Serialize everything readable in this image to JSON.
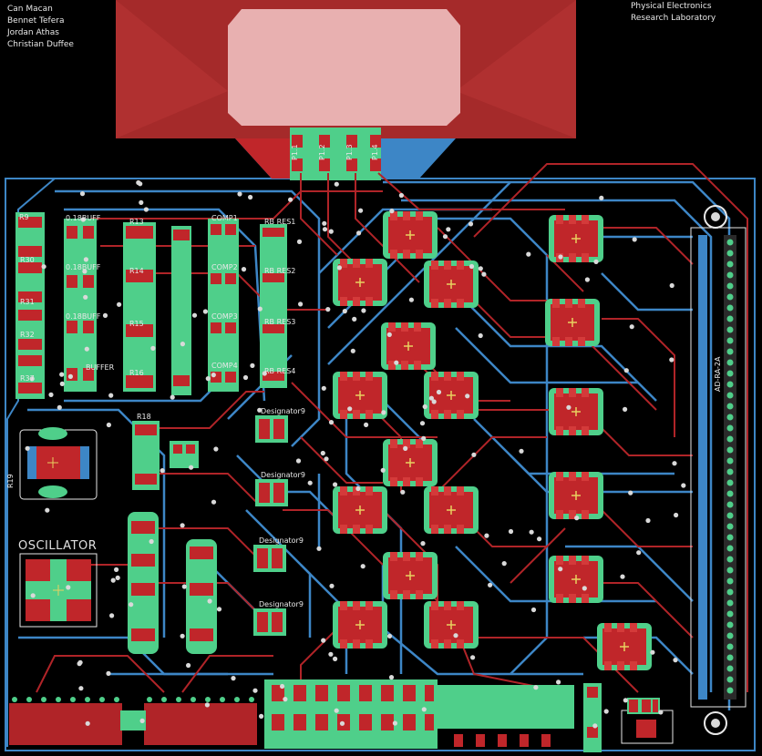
{
  "title_block": {
    "authors": [
      "Can Macan",
      "Bennet Tefera",
      "Jordan Athas",
      "Christian Duffee"
    ],
    "lab": [
      "Physical Electronics",
      "Research Laboratory"
    ]
  },
  "components": {
    "resistors": [
      "R9",
      "R30",
      "R31",
      "R32",
      "R37",
      "R19",
      "R18",
      "R13",
      "R14",
      "R15",
      "R16"
    ],
    "buffers": [
      "0.18BUFF",
      "0.18BUFF",
      "0.18BUFF",
      "BUFFER"
    ],
    "comparators": [
      "COMP1",
      "COMP2",
      "COMP3",
      "COMP4"
    ],
    "resistor_arrays": [
      "RB RES1",
      "RB RES2",
      "RB RES3",
      "RB RES4"
    ],
    "designators": [
      "Designator9",
      "Designator9",
      "Designator9",
      "Designator9"
    ],
    "oscillator": "OSCILLATOR",
    "connector": "AD-RA-2A",
    "display_pins": [
      "P1.1",
      "P1.2",
      "P1.3",
      "P1.4"
    ]
  },
  "colors": {
    "background": "#000000",
    "top_copper": "#c0262a",
    "bottom_copper": "#3d86c6",
    "pad": "#4fcf8a",
    "silkscreen": "#e8e8e8",
    "via": "#d9d9d9",
    "gold": "#e8d060"
  }
}
